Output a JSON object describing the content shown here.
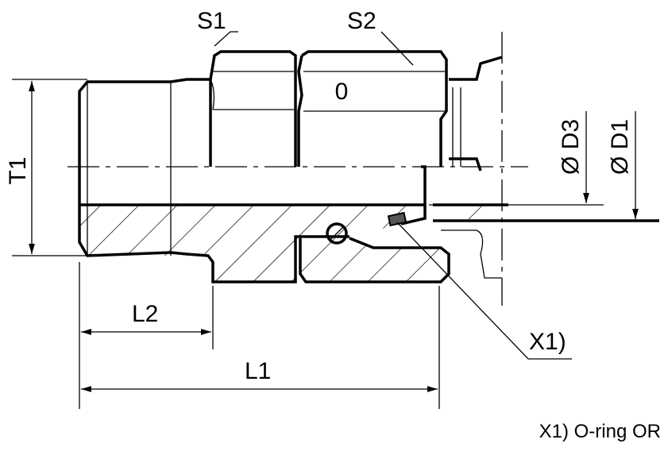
{
  "labels": {
    "s1": "S1",
    "s2": "S2",
    "t1": "T1",
    "d3": "Ø D3",
    "d1": "Ø D1",
    "l2": "L2",
    "l1": "L1",
    "x1": "X1)",
    "nut_mark": "0"
  },
  "footnote": "X1) O-ring OR"
}
